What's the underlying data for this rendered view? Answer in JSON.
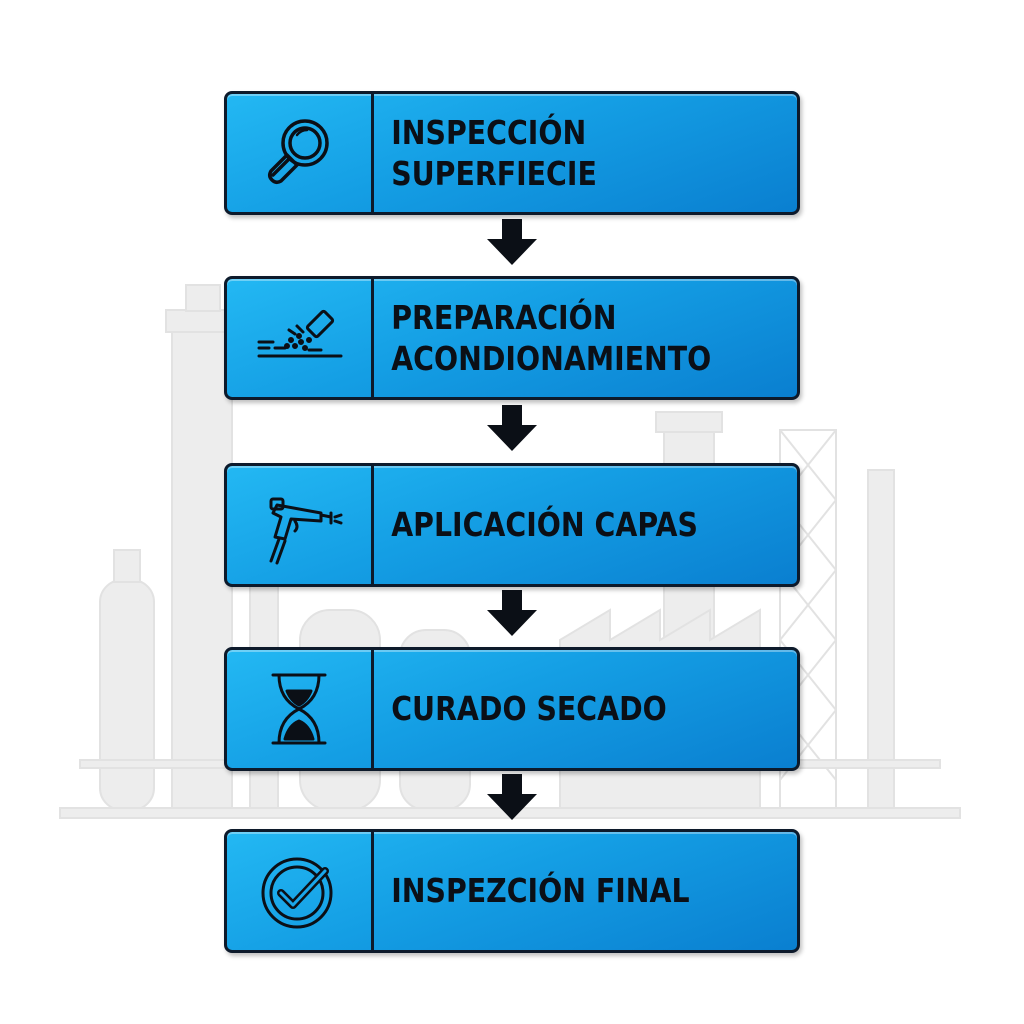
{
  "colors": {
    "box_light": "#23b8f3",
    "box_dark": "#0a7fd0",
    "border": "#0d1a2b",
    "text": "#0b0f16",
    "background": "#ffffff",
    "skyline": "#eeeeee"
  },
  "steps": [
    {
      "label": "INSPECCIÓN SUPERFIECIE",
      "icon": "magnifier-icon"
    },
    {
      "label": "PREPARACIÓN\nACONDIONAMIENTO",
      "icon": "sandblasting-icon"
    },
    {
      "label": "APLICACIÓN CAPAS",
      "icon": "spray-gun-icon"
    },
    {
      "label": "CURADO SECADO",
      "icon": "hourglass-icon"
    },
    {
      "label": "INSPEZCIÓN FINAL",
      "icon": "check-circle-icon"
    }
  ]
}
